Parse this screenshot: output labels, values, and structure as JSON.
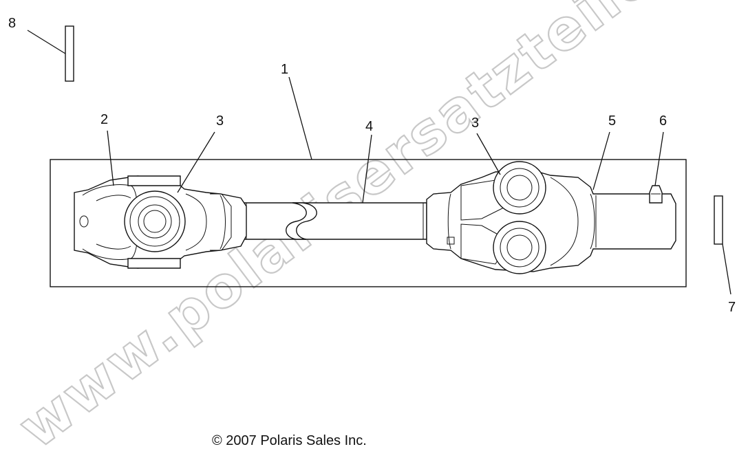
{
  "callouts": {
    "c1": "1",
    "c2": "2",
    "c3a": "3",
    "c3b": "3",
    "c4": "4",
    "c5": "5",
    "c6": "6",
    "c7": "7",
    "c8": "8"
  },
  "copyright": "© 2007 Polaris Sales Inc.",
  "watermark": "www.polarisersatzteile.de",
  "colors": {
    "line": "#111111",
    "watermark_outline": "#c8c8c8",
    "background": "#ffffff"
  }
}
